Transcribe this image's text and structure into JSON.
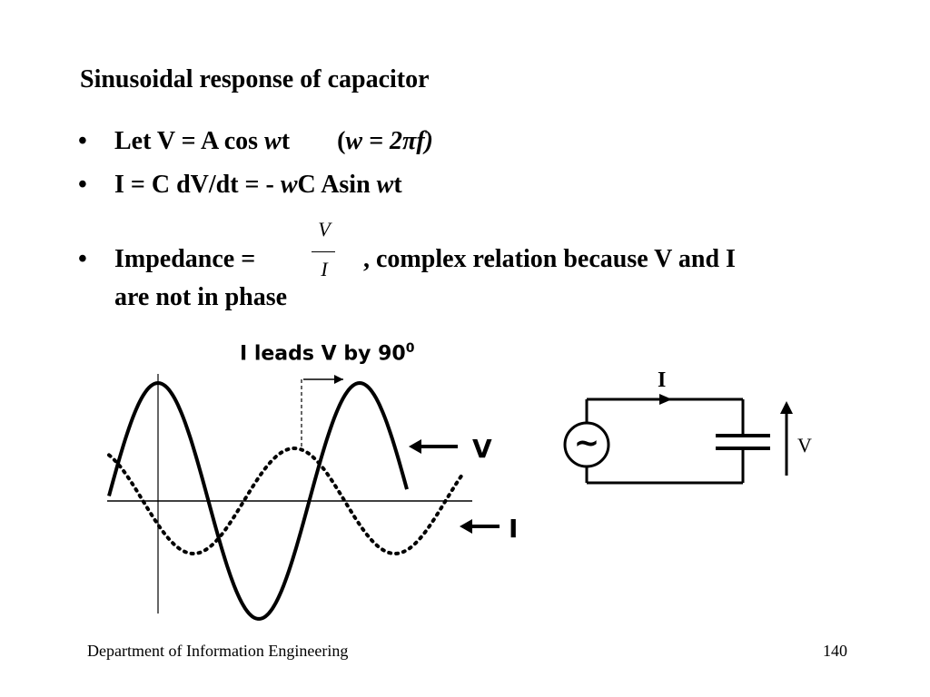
{
  "slide": {
    "title": "Sinusoidal response of capacitor",
    "bullet_glyph": "•",
    "bullets": {
      "b1": {
        "let": "Let V = A cos ",
        "w1": "w",
        "t1": "t",
        "paren_open": "(",
        "w2": "w",
        "eq": " = 2",
        "pi": "π",
        "f": "f",
        "paren_close": ")"
      },
      "b2": {
        "pre": "I = C dV/dt = - ",
        "w1": "w",
        "mid": "C Asin ",
        "w2": "w",
        "t": "t"
      },
      "b3": {
        "pre": "Impedance = ",
        "frac_num": "V",
        "frac_den": "I",
        "post": ",   complex relation because V and I",
        "line2": "are not in phase"
      }
    }
  },
  "waveform": {
    "annotation_text": "I leads V by 90",
    "annotation_sup": "0",
    "v_label": "V",
    "i_label": "I"
  },
  "circuit": {
    "source_symbol": "~",
    "current_label": "I",
    "voltage_label": "V"
  },
  "footer": {
    "department": "Department of Information Engineering",
    "page_number": "140"
  }
}
